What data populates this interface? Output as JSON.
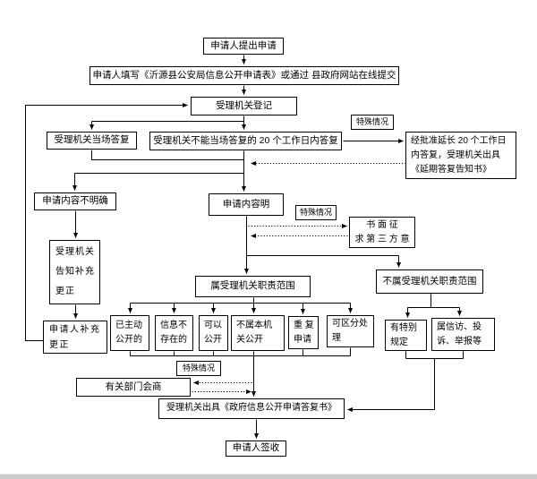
{
  "flowchart": {
    "title_hint": "政府信息公开申请处理流程图",
    "nodes": {
      "submit": {
        "label": "申请人提出申请"
      },
      "fill_form": {
        "label": "申请人填写《沂源县公安局信息公开申请表》或通过 县政府网站在线提交"
      },
      "register": {
        "label": "受理机关登记"
      },
      "onspot_reply": {
        "label": "受理机关当场答复"
      },
      "reply_20days": {
        "label": "受理机关不能当场答复的 20 个工作日内答复"
      },
      "special_case_1": {
        "label": "特殊情况"
      },
      "extend_reply": {
        "label": "经批准延长 20 个工作日\n内答复，受理机关出具\n《延期答复告知书》"
      },
      "content_unclear": {
        "label": "申请内容不明确"
      },
      "content_clear": {
        "label": "申请内容明"
      },
      "special_case_2": {
        "label": "特殊情况"
      },
      "third_party": {
        "label": "书 面 征\n求 第 三 方 意"
      },
      "notify_supplement": {
        "label": "受理机关\n告知补充\n更正"
      },
      "applicant_supplement": {
        "label": "申请人补充\n更正"
      },
      "in_scope": {
        "label": "属受理机关职责范围"
      },
      "already_public": {
        "label": "已主动\n公开的"
      },
      "not_exist": {
        "label": "信息不\n存在的"
      },
      "can_public": {
        "label": "可以\n公开"
      },
      "not_this_organ": {
        "label": "不属本机\n关公开"
      },
      "repeat_apply": {
        "label": "重 复\n申请"
      },
      "separable": {
        "label": "可区分处\n理"
      },
      "out_scope": {
        "label": "不属受理机关职责范围"
      },
      "special_rule": {
        "label": "有特别\n规定"
      },
      "petition": {
        "label": "属信访、投\n诉、举报等"
      },
      "special_case_3": {
        "label": "特殊情况"
      },
      "consult": {
        "label": "有关部门会商"
      },
      "issue_reply": {
        "label": "受理机关出具《政府信息公开申请答复书》"
      },
      "sign_receive": {
        "label": "申请人签收"
      }
    }
  }
}
